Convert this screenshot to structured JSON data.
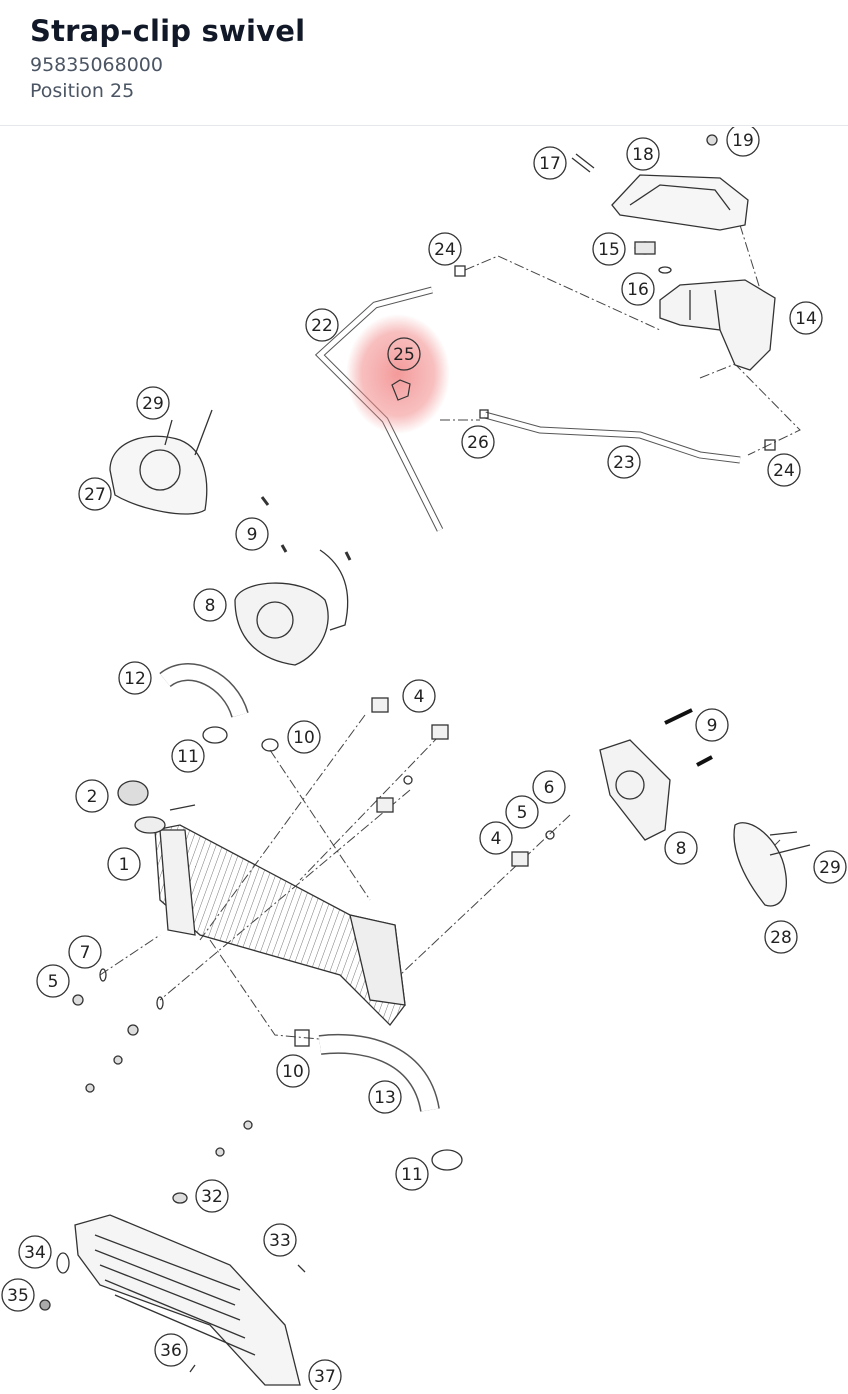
{
  "header": {
    "title": "Strap-clip swivel",
    "part_number": "95835068000",
    "position": "Position 25"
  },
  "highlight": {
    "label": "25",
    "color": "#f28b8b"
  },
  "callouts": [
    {
      "id": "c17",
      "label": "17"
    },
    {
      "id": "c18",
      "label": "18"
    },
    {
      "id": "c19",
      "label": "19"
    },
    {
      "id": "c24a",
      "label": "24"
    },
    {
      "id": "c15",
      "label": "15"
    },
    {
      "id": "c16",
      "label": "16"
    },
    {
      "id": "c14",
      "label": "14"
    },
    {
      "id": "c22",
      "label": "22"
    },
    {
      "id": "c25",
      "label": "25"
    },
    {
      "id": "c29a",
      "label": "29"
    },
    {
      "id": "c26",
      "label": "26"
    },
    {
      "id": "c23",
      "label": "23"
    },
    {
      "id": "c24b",
      "label": "24"
    },
    {
      "id": "c27",
      "label": "27"
    },
    {
      "id": "c9a",
      "label": "9"
    },
    {
      "id": "c8a",
      "label": "8"
    },
    {
      "id": "c12",
      "label": "12"
    },
    {
      "id": "c4a",
      "label": "4"
    },
    {
      "id": "c9b",
      "label": "9"
    },
    {
      "id": "c10a",
      "label": "10"
    },
    {
      "id": "c11a",
      "label": "11"
    },
    {
      "id": "c6",
      "label": "6"
    },
    {
      "id": "c2",
      "label": "2"
    },
    {
      "id": "c5a",
      "label": "5"
    },
    {
      "id": "c4b",
      "label": "4"
    },
    {
      "id": "c8b",
      "label": "8"
    },
    {
      "id": "c1",
      "label": "1"
    },
    {
      "id": "c29b",
      "label": "29"
    },
    {
      "id": "c28",
      "label": "28"
    },
    {
      "id": "c7",
      "label": "7"
    },
    {
      "id": "c5b",
      "label": "5"
    },
    {
      "id": "c10b",
      "label": "10"
    },
    {
      "id": "c13",
      "label": "13"
    },
    {
      "id": "c11b",
      "label": "11"
    },
    {
      "id": "c32",
      "label": "32"
    },
    {
      "id": "c34",
      "label": "34"
    },
    {
      "id": "c33",
      "label": "33"
    },
    {
      "id": "c35",
      "label": "35"
    },
    {
      "id": "c36",
      "label": "36"
    },
    {
      "id": "c37",
      "label": "37"
    }
  ]
}
